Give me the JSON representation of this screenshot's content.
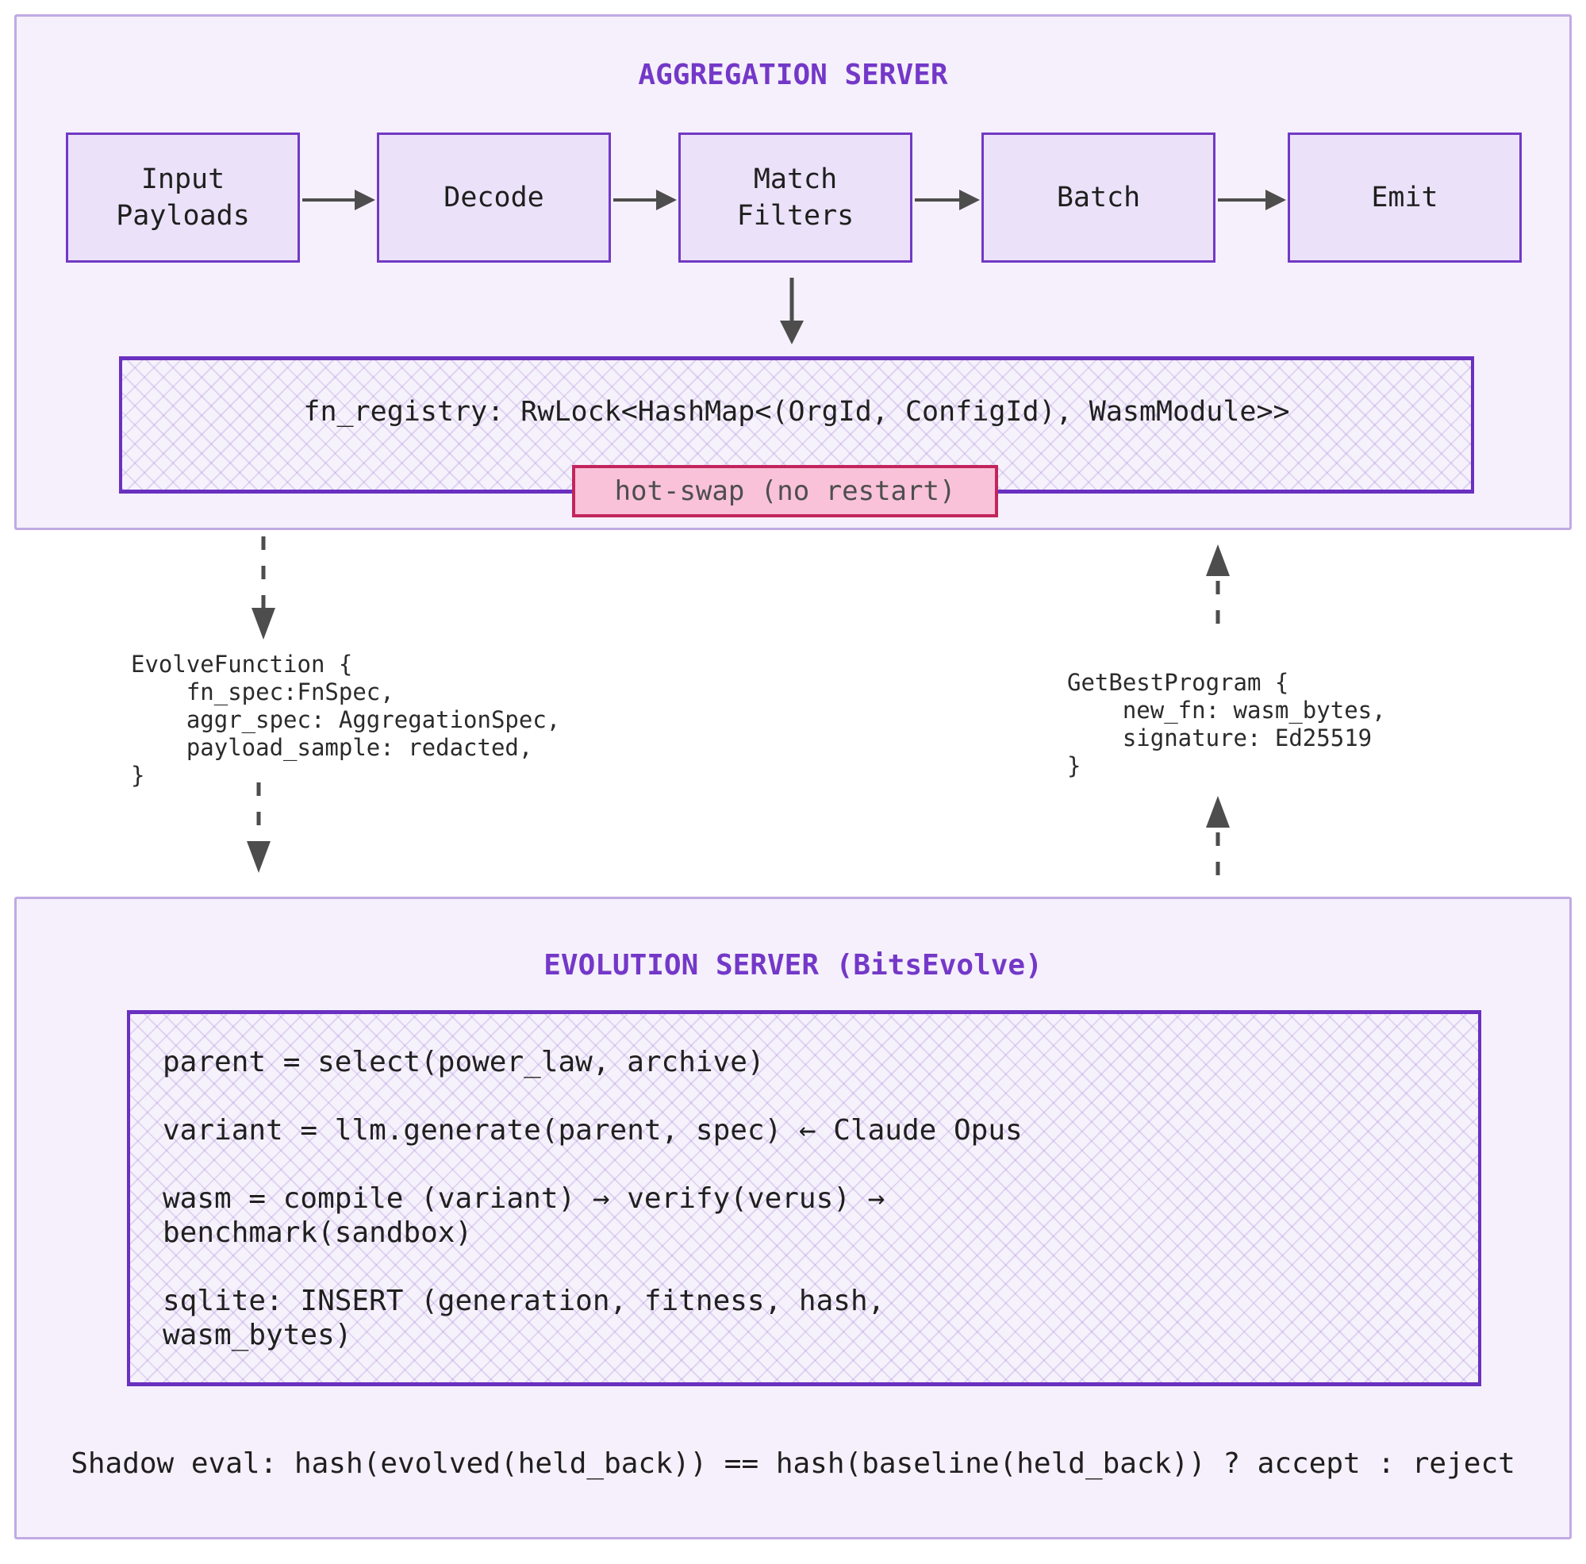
{
  "aggregation_server": {
    "title": "AGGREGATION SERVER",
    "pipeline": [
      {
        "label": "Input\nPayloads"
      },
      {
        "label": "Decode"
      },
      {
        "label": "Match\nFilters"
      },
      {
        "label": "Batch"
      },
      {
        "label": "Emit"
      }
    ],
    "registry": {
      "code": "fn_registry: RwLock<HashMap<(OrgId, ConfigId), WasmModule>>",
      "badge": "hot-swap (no restart)"
    }
  },
  "messages": {
    "evolve_function": "EvolveFunction {\n    fn_spec:FnSpec,\n    aggr_spec: AggregationSpec,\n    payload_sample: redacted,\n}",
    "get_best_program": "GetBestProgram {\n    new_fn: wasm_bytes,\n    signature: Ed25519\n}"
  },
  "evolution_server": {
    "title": "EVOLUTION SERVER (BitsEvolve)",
    "loop_code": "parent = select(power_law, archive)\n\nvariant = llm.generate(parent, spec) ← Claude Opus\n\nwasm = compile (variant) → verify(verus) →\nbenchmark(sandbox)\n\nsqlite: INSERT (generation, fitness, hash,\nwasm_bytes)",
    "shadow_eval": "Shadow eval: hash(evolved(held_back)) == hash(baseline(held_back)) ? accept : reject"
  },
  "colors": {
    "title_purple": "#7438c8",
    "node_border": "#7239c5",
    "node_fill": "#ebe2f9",
    "container_fill": "#f5f0fb",
    "container_border": "#c0aae3",
    "hatch_border": "#6a30c0",
    "hatch_fill": "#f6f2fc",
    "badge_fill": "#f9c2d8",
    "badge_border": "#c2255c",
    "arrow_gray": "#4d4d4d",
    "text_dark": "#1f1f1f"
  }
}
